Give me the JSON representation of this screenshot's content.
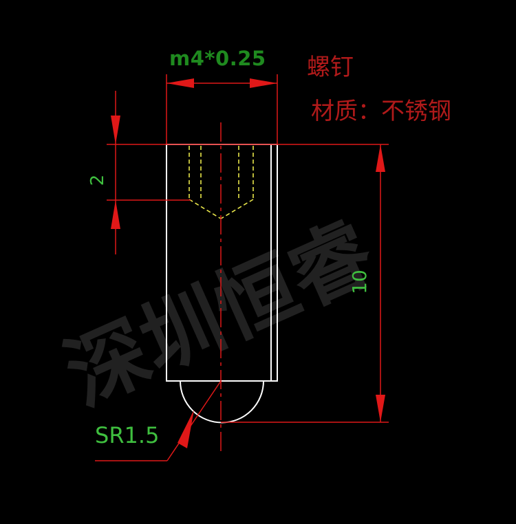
{
  "part_name": "螺钉",
  "material_line": "材质：不锈钢",
  "dimensions": {
    "thread_spec": "m4*0.25",
    "hole_depth": "2",
    "total_length": "10",
    "ball_radius": "SR1.5"
  },
  "watermark": "深圳恒睿",
  "colors": {
    "background": "#000000",
    "outline": "#ffffff",
    "dimension_lines": "#e01818",
    "dimension_text": "#3fbf3f",
    "hidden_lines": "#e8e64a",
    "title_text": "#b01a1a"
  }
}
